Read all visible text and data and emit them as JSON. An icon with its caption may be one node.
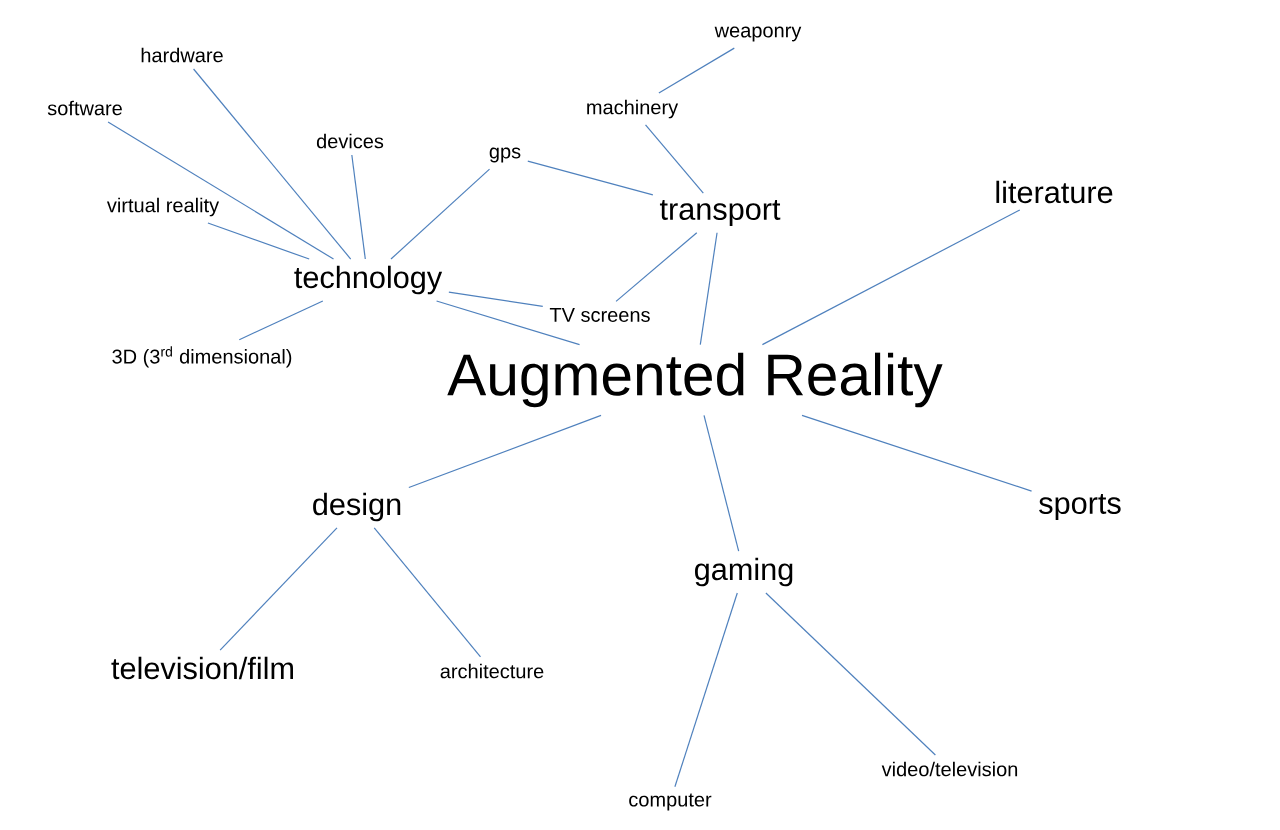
{
  "diagram": {
    "nodes": [
      {
        "text": [
          "Augmented Reality"
        ]
      },
      {
        "text": [
          "technology"
        ]
      },
      {
        "text": [
          "hardware"
        ]
      },
      {
        "text": [
          "software"
        ]
      },
      {
        "text": [
          "devices"
        ]
      },
      {
        "text": [
          "virtual reality"
        ]
      },
      {
        "text": [
          "3D (3$^{rd}$ dimensional)"
        ]
      },
      {
        "text": [
          "gps"
        ]
      },
      {
        "text": [
          "TV screens"
        ]
      },
      {
        "text": [
          "transport"
        ]
      },
      {
        "text": [
          "machinery"
        ]
      },
      {
        "text": [
          "weaponry"
        ]
      },
      {
        "text": [
          "literature"
        ]
      },
      {
        "text": [
          "design"
        ]
      },
      {
        "text": [
          "television/film"
        ]
      },
      {
        "text": [
          "architecture"
        ]
      },
      {
        "text": [
          "gaming"
        ]
      },
      {
        "text": [
          "computer"
        ]
      },
      {
        "text": [
          "video/television"
        ]
      },
      {
        "text": [
          "sports"
        ]
      }
    ],
    "edges": [
      {
        "from": 1,
        "to": 0,
        "arrow": "none"
      },
      {
        "from": 1,
        "to": 2,
        "arrow": "none"
      },
      {
        "from": 1,
        "to": 3,
        "arrow": "none"
      },
      {
        "from": 1,
        "to": 4,
        "arrow": "none"
      },
      {
        "from": 1,
        "to": 5,
        "arrow": "none"
      },
      {
        "from": 1,
        "to": 6,
        "arrow": "none"
      },
      {
        "from": 1,
        "to": 7,
        "arrow": "none"
      },
      {
        "from": 1,
        "to": 8,
        "arrow": "none"
      },
      {
        "from": 8,
        "to": 9,
        "arrow": "none"
      },
      {
        "from": 7,
        "to": 9,
        "arrow": "none"
      },
      {
        "from": 9,
        "to": 10,
        "arrow": "none"
      },
      {
        "from": 10,
        "to": 11,
        "arrow": "none"
      },
      {
        "from": 9,
        "to": 0,
        "arrow": "none"
      },
      {
        "from": 12,
        "to": 0,
        "arrow": "none"
      },
      {
        "from": 0,
        "to": 13,
        "arrow": "none"
      },
      {
        "from": 13,
        "to": 14,
        "arrow": "none"
      },
      {
        "from": 13,
        "to": 15,
        "arrow": "none"
      },
      {
        "from": 0,
        "to": 16,
        "arrow": "none"
      },
      {
        "from": 16,
        "to": 17,
        "arrow": "none"
      },
      {
        "from": 16,
        "to": 18,
        "arrow": "none"
      },
      {
        "from": 0,
        "to": 19,
        "arrow": "none"
      }
    ]
  }
}
